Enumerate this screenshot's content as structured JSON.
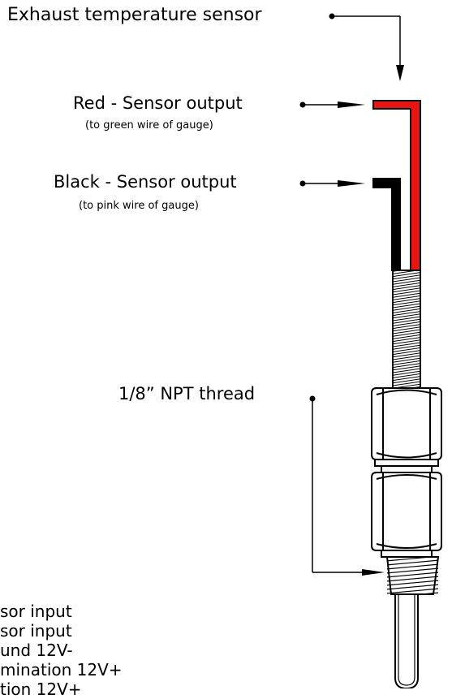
{
  "labels": {
    "exhaust": "Exhaust temperature sensor",
    "red": "Red - Sensor output",
    "red_note": "(to green wire of gauge)",
    "black": "Black - Sensor output",
    "black_note": "(to pink wire of gauge)",
    "thread": "1/8” NPT thread"
  },
  "cutoff_lines": [
    "sor input",
    "sor input",
    "und 12V-",
    "mination 12V+",
    "tion 12V+"
  ],
  "colors": {
    "red_wire": "#e8140f",
    "black_wire": "#000000"
  }
}
